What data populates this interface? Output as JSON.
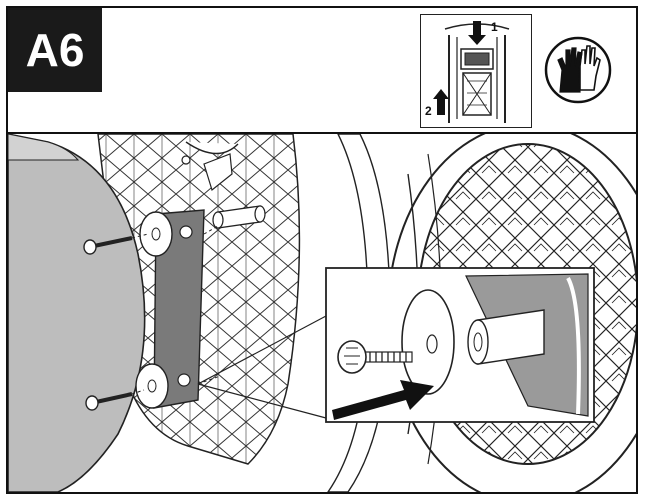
{
  "step": {
    "label": "A6"
  },
  "inset": {
    "arrow1_label": "1",
    "arrow2_label": "2"
  },
  "icons": {
    "gloves": "gloves-icon",
    "arrow": "arrow-icon",
    "screw": "screw-icon",
    "washer": "washer-icon"
  },
  "colors": {
    "ink": "#111111",
    "panel_gray": "#bdbdbd",
    "plate_gray": "#7a7a7a",
    "white": "#ffffff"
  }
}
